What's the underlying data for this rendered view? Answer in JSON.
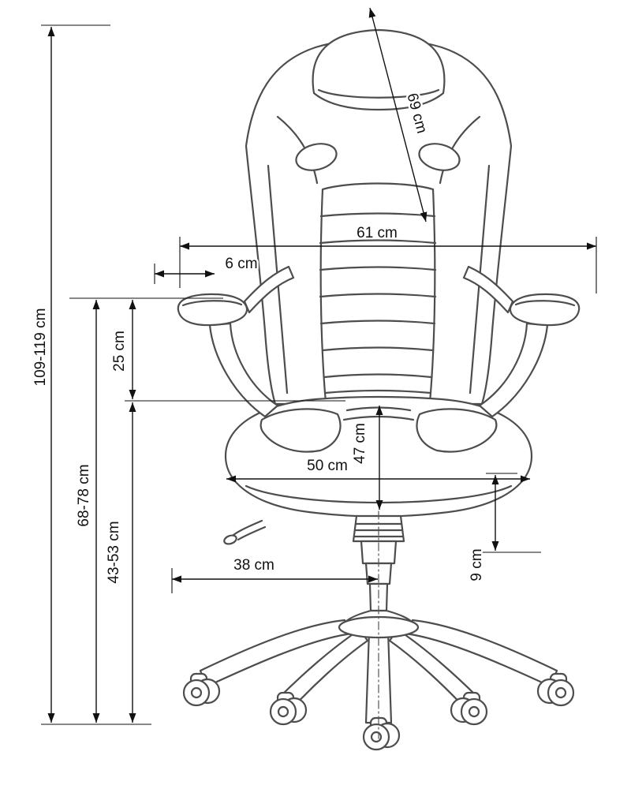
{
  "diagram": {
    "type": "dimension-drawing",
    "dimensions": {
      "total_height": "109-119 cm",
      "armrest_height": "68-78 cm",
      "seat_height": "43-53 cm",
      "seat_to_armrest": "25 cm",
      "armrest_pad": "6 cm",
      "backrest_width": "61 cm",
      "backrest_length": "69 cm",
      "seat_depth": "47 cm",
      "seat_width": "50 cm",
      "base_span": "38 cm",
      "seat_thickness": "9 cm"
    },
    "colors": {
      "chair_line": "#4d4d4d",
      "dimension_line": "#111111",
      "background": "#ffffff"
    }
  }
}
